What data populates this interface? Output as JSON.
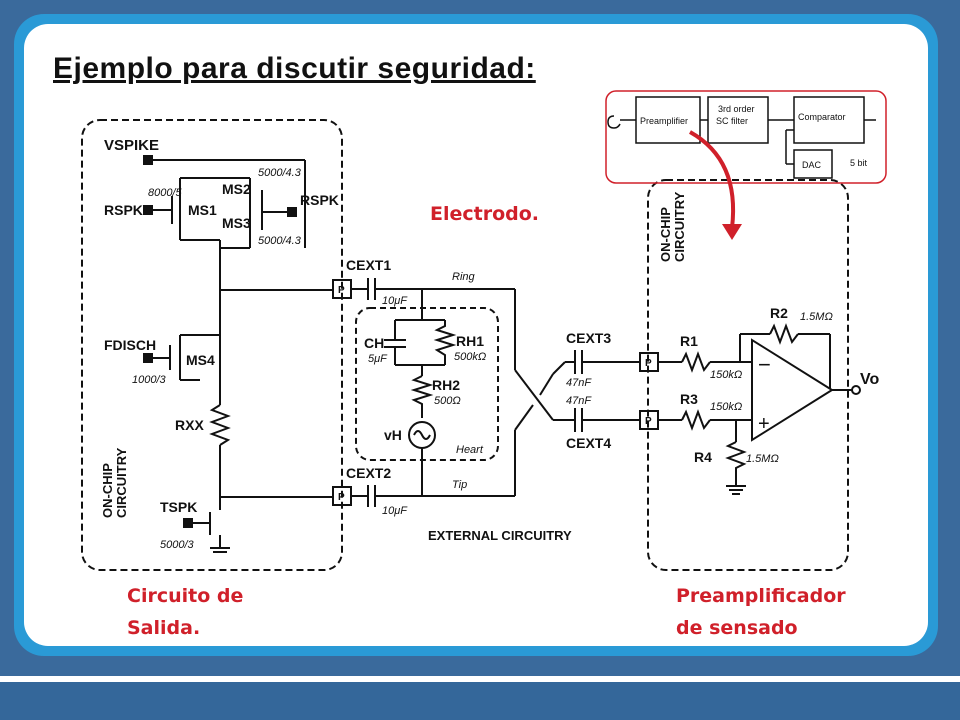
{
  "slide": {
    "title": "Ejemplo para discutir seguridad:"
  },
  "annotations": {
    "electrodo": "Electrodo.",
    "circuito_line1": "Circuito de",
    "circuito_line2": "Salida.",
    "preamp_line1": "Preamplificador",
    "preamp_line2": "de sensado"
  },
  "colors": {
    "frame": "#2a9ad6",
    "background": "#3a6a9c",
    "annotation": "#d0202a"
  },
  "block_diagram": {
    "preamplifier": "Preamplifier",
    "filter_line1": "3rd order",
    "filter_line2": "SC filter",
    "comparator": "Comparator",
    "dac": "DAC",
    "bits": "5 bit"
  },
  "circuit": {
    "vspike": "VSPIKE",
    "ms2": "MS2",
    "ms1": "MS1",
    "ms3": "MS3",
    "rspk_left": "RSPK",
    "rspk_right": "RSPK",
    "size_top": "5000/4.3",
    "size_left": "8000/5",
    "size_bottom": "5000/4.3",
    "fdisch": "FDISCH",
    "ms4": "MS4",
    "size_ms4": "1000/3",
    "rxx": "RXX",
    "tspk": "TSPK",
    "size_tspk": "5000/3",
    "on_chip_left_1": "ON-CHIP",
    "on_chip_left_2": "CIRCUITRY",
    "on_chip_right_1": "ON-CHIP",
    "on_chip_right_2": "CIRCUITRY",
    "cext1": "CEXT1",
    "cext1_val": "10μF",
    "cext2": "CEXT2",
    "cext2_val": "10μF",
    "ring": "Ring",
    "tip": "Tip",
    "ch": "CH",
    "ch_val": "5μF",
    "rh1": "RH1",
    "rh1_val": "500kΩ",
    "rh2": "RH2",
    "rh2_val": "500Ω",
    "vh": "vH",
    "heart": "Heart",
    "external": "EXTERNAL CIRCUITRY",
    "cext3": "CEXT3",
    "cext3_val": "47nF",
    "cext4": "CEXT4",
    "cext4_val": "47nF",
    "pad": "P",
    "r1": "R1",
    "r1_val": "150kΩ",
    "r2": "R2",
    "r2_val": "1.5MΩ",
    "r3": "R3",
    "r3_val": "150kΩ",
    "r4": "R4",
    "r4_val": "1.5MΩ",
    "vo": "Vo",
    "minus": "−",
    "plus": "+"
  }
}
